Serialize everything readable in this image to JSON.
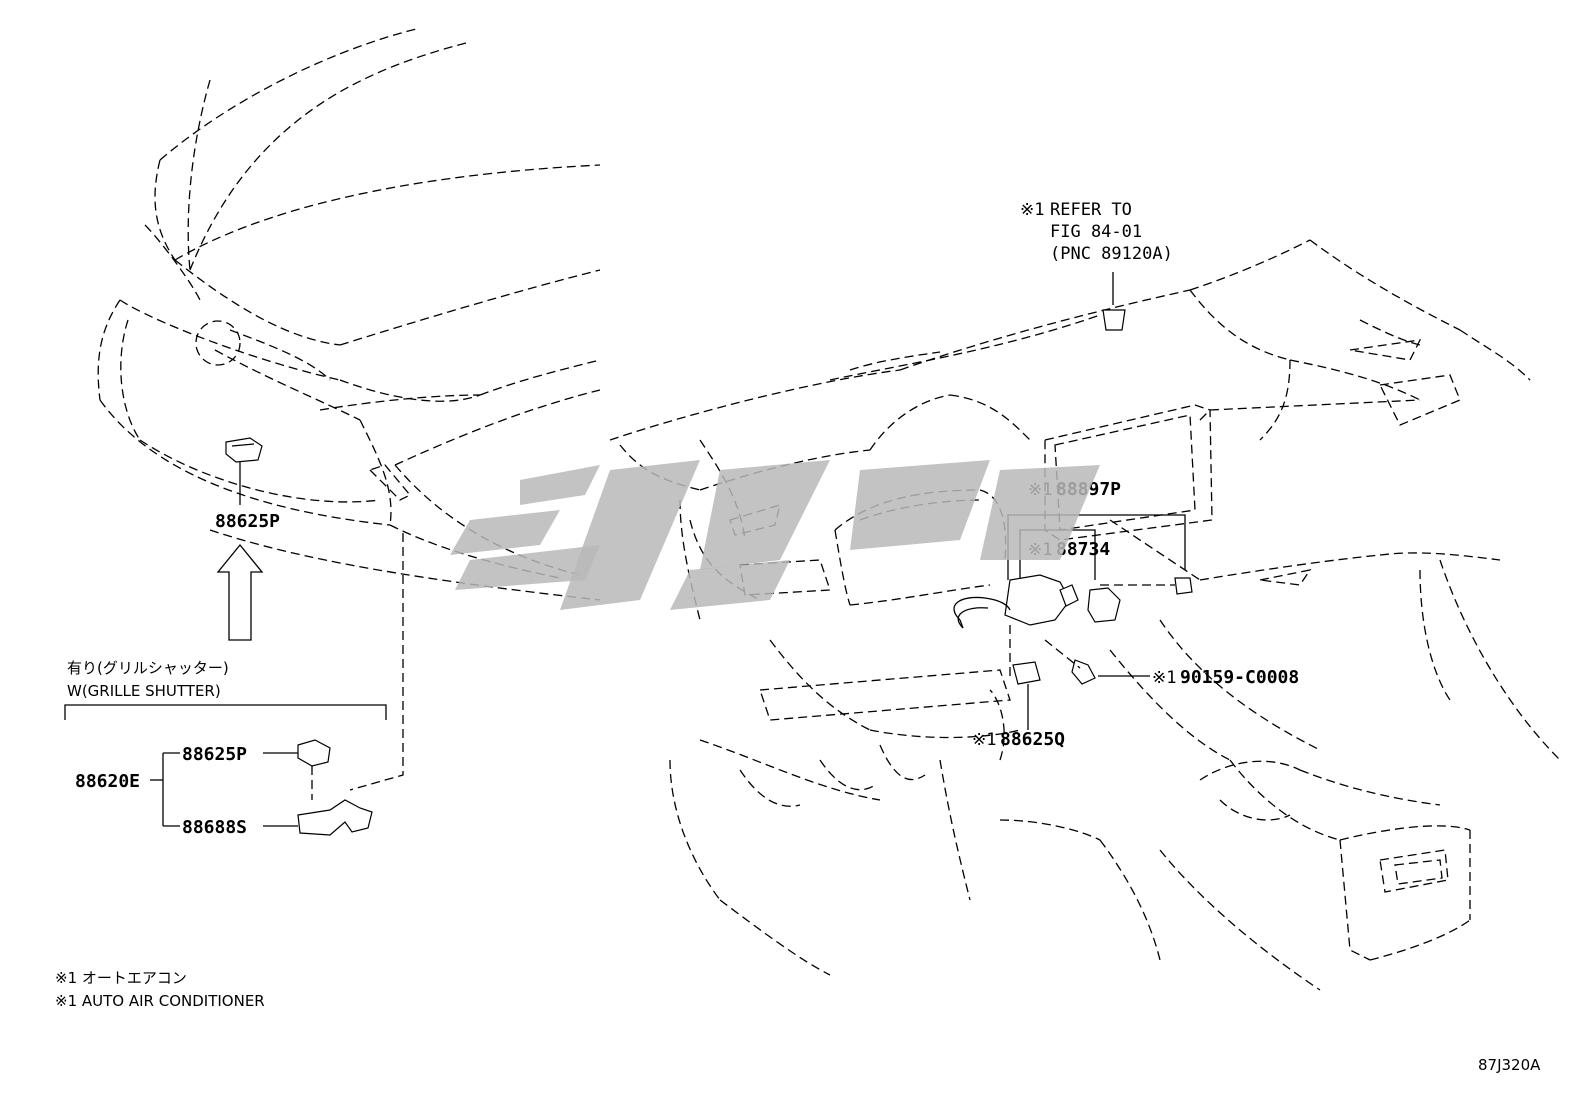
{
  "notes": {
    "refer_prefix": "※1",
    "refer_line1": "REFER TO",
    "refer_line2": "FIG 84-01",
    "refer_line3": "(PNC 89120A)",
    "grille_jp": "有り(グリルシャッター)",
    "grille_en": "W(GRILLE SHUTTER)",
    "footnote_jp": "※1 オートエアコン",
    "footnote_en": "※1 AUTO AIR CONDITIONER",
    "figure_code": "87J320A"
  },
  "parts": {
    "front_sensor": "88625P",
    "assy": "88620E",
    "assy_sensor": "88625P",
    "assy_bracket": "88688S",
    "p88897": "88897P",
    "p88734": "88734",
    "p90159": "90159-C0008",
    "p88625q": "88625Q",
    "mark": "※1"
  }
}
